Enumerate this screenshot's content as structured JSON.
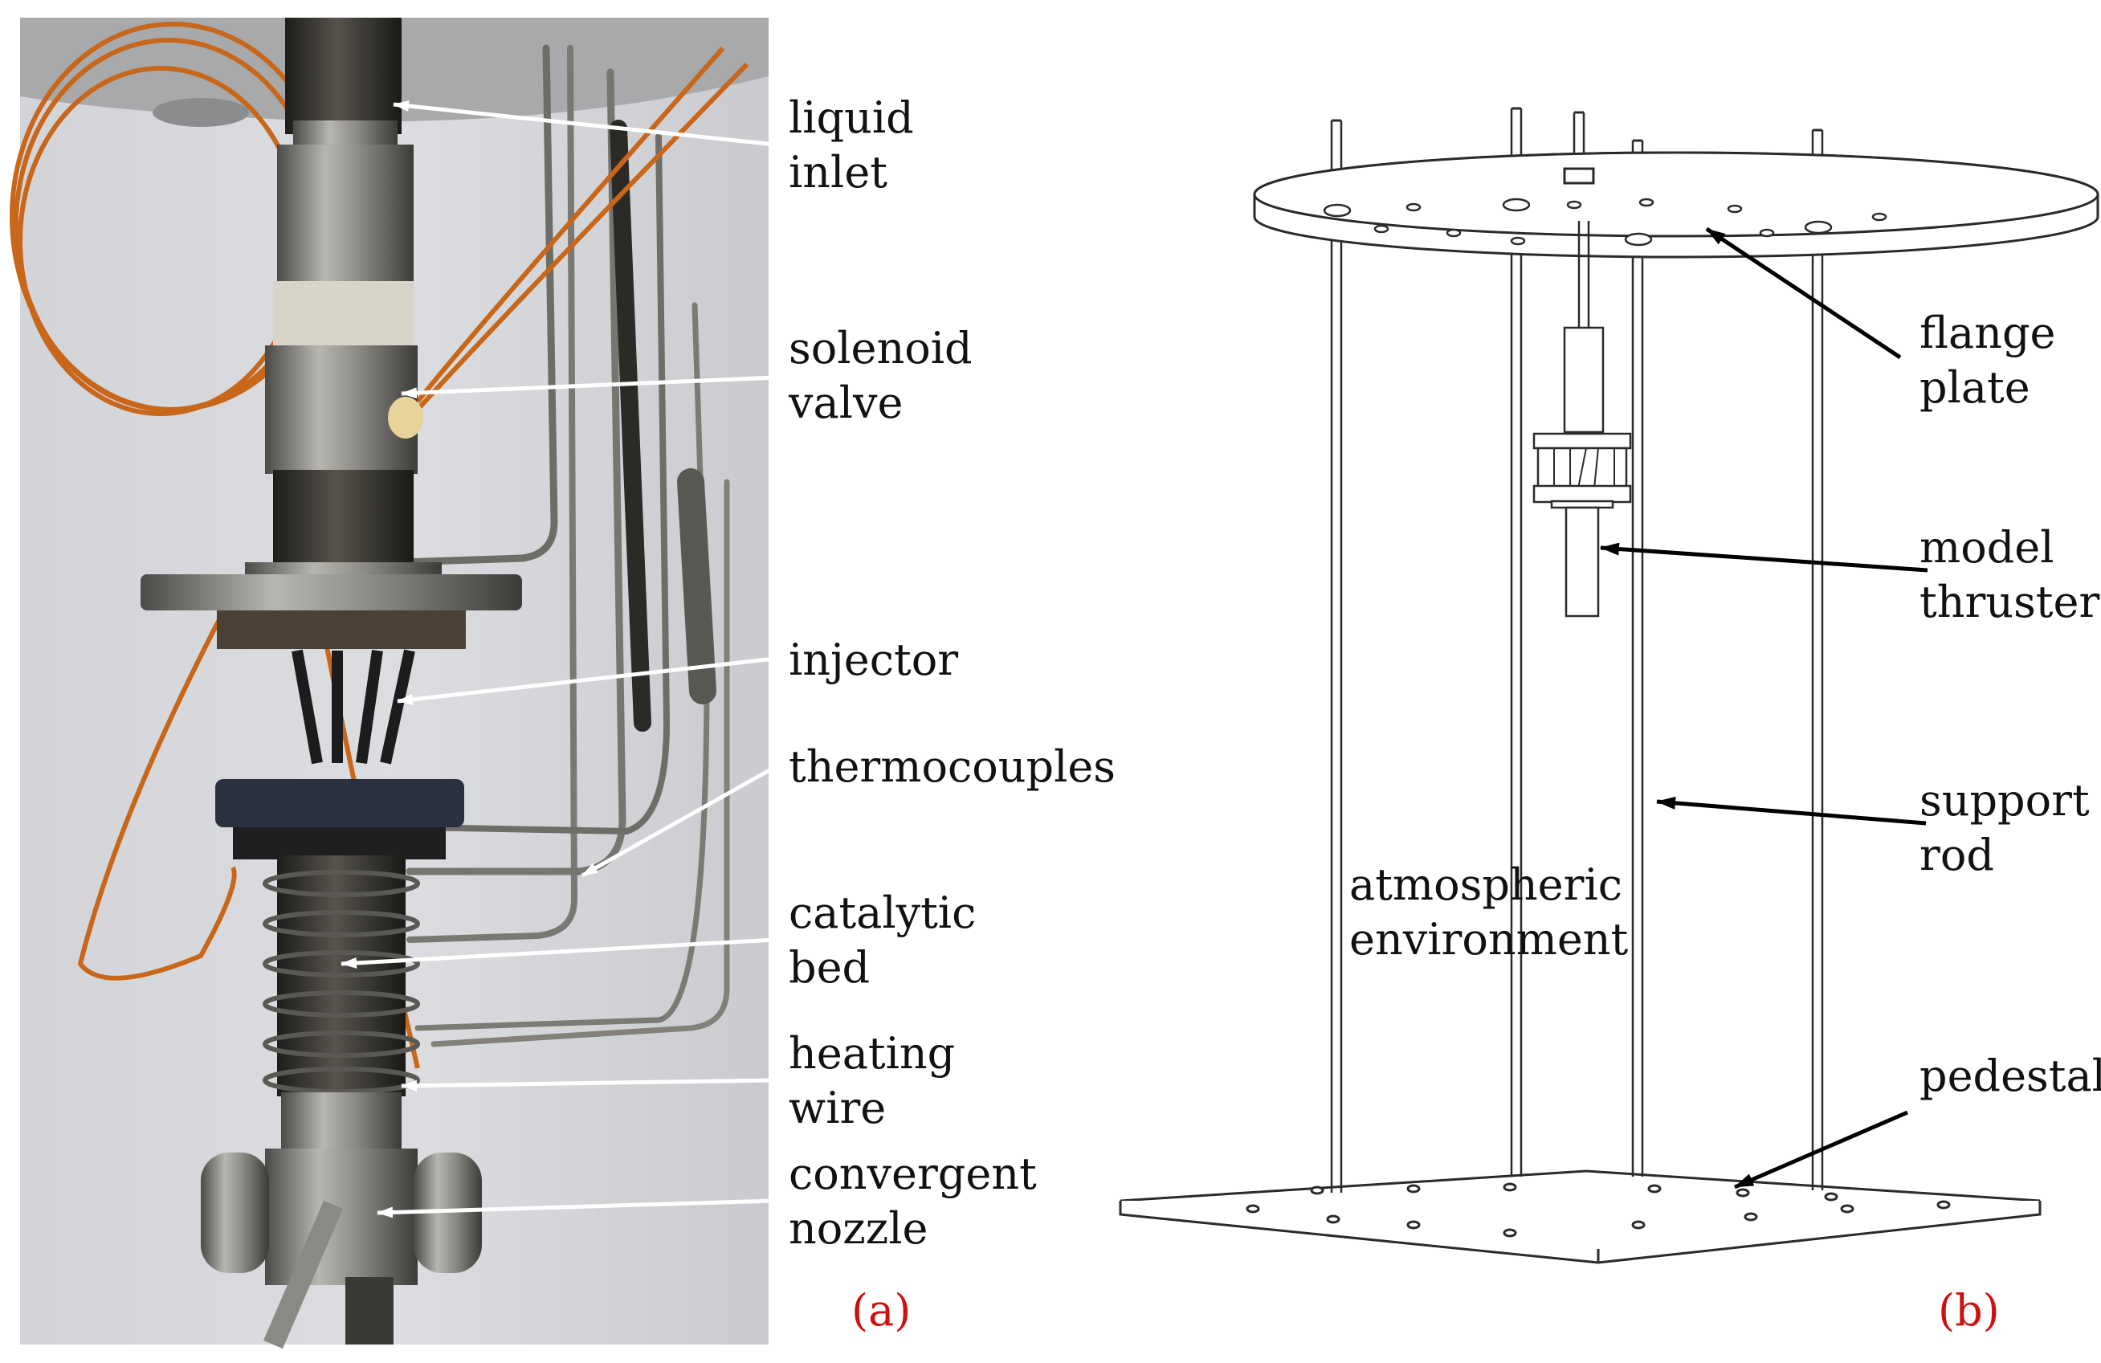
{
  "panel_a": {
    "caption": "(a)",
    "labels": {
      "liquid_inlet": [
        "liquid",
        "inlet"
      ],
      "solenoid_valve": [
        "solenoid",
        "valve"
      ],
      "injector": [
        "injector"
      ],
      "thermocouples": [
        "thermocouples"
      ],
      "catalytic_bed": [
        "catalytic",
        "bed"
      ],
      "heating_wire": [
        "heating",
        "wire"
      ],
      "convergent_nozzle": [
        "convergent",
        "nozzle"
      ]
    }
  },
  "panel_b": {
    "caption": "(b)",
    "labels": {
      "flange_plate": [
        "flange",
        "plate"
      ],
      "model_thruster": [
        "model",
        "thruster"
      ],
      "support_rod": [
        "support",
        "rod"
      ],
      "pedestal": [
        "pedestal"
      ],
      "atmospheric_environment": [
        "atmospheric",
        "environment"
      ]
    }
  },
  "colors": {
    "arrow_a": "#ffffff",
    "arrow_b": "#000000",
    "caption": "#d01010",
    "wire": "#c8661a"
  }
}
